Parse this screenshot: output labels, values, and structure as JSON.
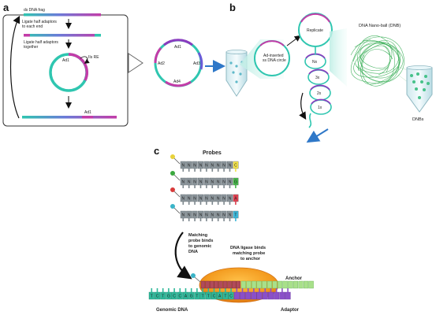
{
  "panels": {
    "a": "a",
    "b": "b",
    "c": "c"
  },
  "panel_a": {
    "step1": "ds DNA frag",
    "step2_line1": "Ligate half adaptors",
    "step2_line2": "to each end",
    "step3_line1": "Ligate half adaptors",
    "step3_line2": "together",
    "ad1_label": "Ad1",
    "iis_re": "IIs RE",
    "bottom_ad1": "Ad1"
  },
  "panel_b": {
    "ad1": "Ad1",
    "ad2": "Ad2",
    "ad3": "Ad3",
    "ad4": "Ad4",
    "ss_line1": "Ad-inserted",
    "ss_line2": "ss DNA circle",
    "replicate": "Replicate",
    "dnb_title": "DNA Nano-ball (DNB)",
    "nx": "Nx",
    "x3": "3x",
    "x2": "2x",
    "x1": "1x",
    "dnbs": "DNBs"
  },
  "panel_c": {
    "probes_title": "Probes",
    "probe_bases": [
      "N",
      "N",
      "N",
      "N",
      "N",
      "N",
      "N",
      "N",
      "N"
    ],
    "probe_ends": [
      "C",
      "G",
      "A",
      "T"
    ],
    "probe_end_colors": [
      "#f2e24a",
      "#46b84a",
      "#e04050",
      "#3cb6d8"
    ],
    "dot_colors": [
      "#e8d23a",
      "#3aa83e",
      "#d83a3a",
      "#3ab4c8"
    ],
    "matching_line1": "Matching",
    "matching_line2": "probe binds",
    "matching_line3": "to genomic",
    "matching_line4": "DNA",
    "ligase_line1": "DNA ligase binds",
    "ligase_line2": "matching probe",
    "ligase_line3": "to anchor",
    "anchor": "Anchor",
    "genomic_dna": "Genomic DNA",
    "adaptor": "Adaptor",
    "genomic_bases": [
      "T",
      "C",
      "T",
      "G",
      "C",
      "C",
      "A",
      "G",
      "T",
      "T",
      "T",
      "C",
      "A",
      "T",
      "C"
    ]
  }
}
